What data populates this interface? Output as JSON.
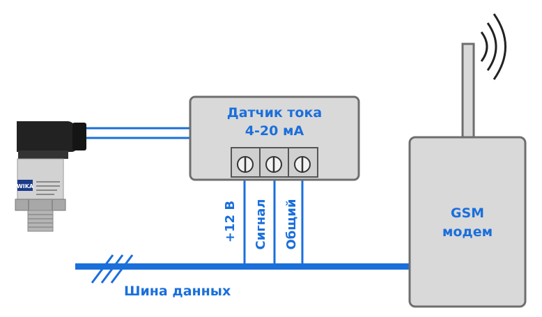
{
  "current_sensor": {
    "title_line1": "Датчик тока",
    "title_line2": "4-20 мА"
  },
  "modem": {
    "line1": "GSM",
    "line2": "модем"
  },
  "terminals": {
    "plus12": "+12 В",
    "signal": "Сигнал",
    "common": "Общий"
  },
  "bus": {
    "label": "Шина данных"
  },
  "sensor_device": {
    "logo": "WIKA"
  },
  "colors": {
    "wire": "#1a6fdb",
    "box_fill": "#d9d9d9",
    "box_stroke": "#6e6e6e",
    "text_blue": "#1a6fdb"
  }
}
